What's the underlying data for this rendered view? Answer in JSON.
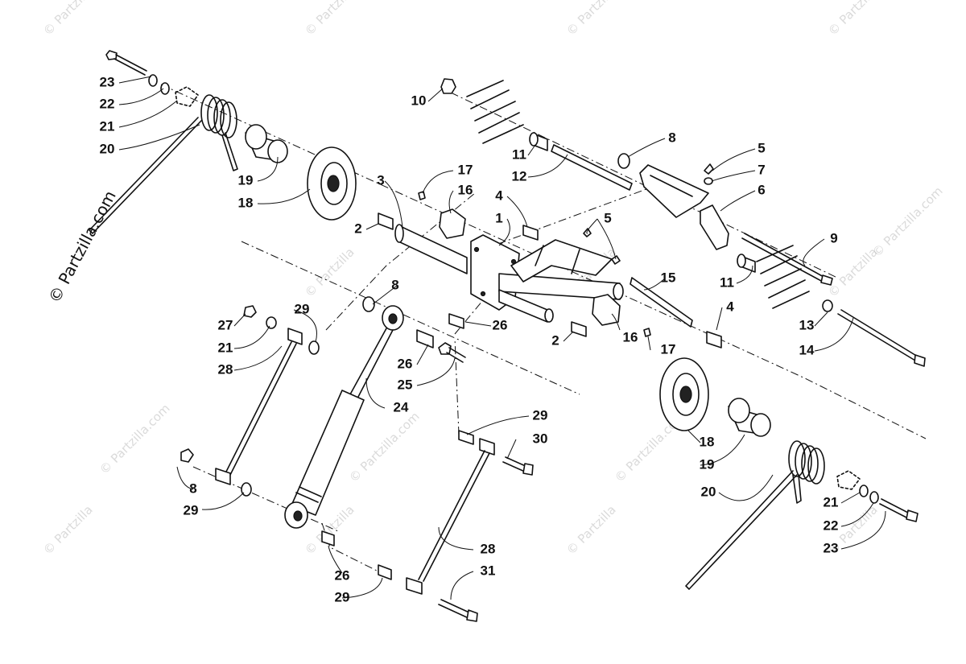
{
  "watermark": {
    "site_label": "© Partzilla.com",
    "tile_label": "© Partzilla"
  },
  "callouts": [
    {
      "id": "c23a",
      "text": "23"
    },
    {
      "id": "c22a",
      "text": "22"
    },
    {
      "id": "c21a",
      "text": "21"
    },
    {
      "id": "c20a",
      "text": "20"
    },
    {
      "id": "c19a",
      "text": "19"
    },
    {
      "id": "c18a",
      "text": "18"
    },
    {
      "id": "c3",
      "text": "3"
    },
    {
      "id": "c2a",
      "text": "2"
    },
    {
      "id": "c17a",
      "text": "17"
    },
    {
      "id": "c16a",
      "text": "16"
    },
    {
      "id": "c1",
      "text": "1"
    },
    {
      "id": "c4a",
      "text": "4"
    },
    {
      "id": "c10",
      "text": "10"
    },
    {
      "id": "c11a",
      "text": "11"
    },
    {
      "id": "c12",
      "text": "12"
    },
    {
      "id": "c8a",
      "text": "8"
    },
    {
      "id": "c5a",
      "text": "5"
    },
    {
      "id": "c7",
      "text": "7"
    },
    {
      "id": "c6",
      "text": "6"
    },
    {
      "id": "c5b",
      "text": "5"
    },
    {
      "id": "c9",
      "text": "9"
    },
    {
      "id": "c11b",
      "text": "11"
    },
    {
      "id": "c15",
      "text": "15"
    },
    {
      "id": "c4b",
      "text": "4"
    },
    {
      "id": "c13",
      "text": "13"
    },
    {
      "id": "c14",
      "text": "14"
    },
    {
      "id": "c8b",
      "text": "8"
    },
    {
      "id": "c26a",
      "text": "26"
    },
    {
      "id": "c2b",
      "text": "2"
    },
    {
      "id": "c16b",
      "text": "16"
    },
    {
      "id": "c17b",
      "text": "17"
    },
    {
      "id": "c27",
      "text": "27"
    },
    {
      "id": "c21b",
      "text": "21"
    },
    {
      "id": "c29a",
      "text": "29"
    },
    {
      "id": "c28a",
      "text": "28"
    },
    {
      "id": "c26b",
      "text": "26"
    },
    {
      "id": "c25",
      "text": "25"
    },
    {
      "id": "c24",
      "text": "24"
    },
    {
      "id": "c29b",
      "text": "29"
    },
    {
      "id": "c30",
      "text": "30"
    },
    {
      "id": "c18b",
      "text": "18"
    },
    {
      "id": "c19b",
      "text": "19"
    },
    {
      "id": "c20b",
      "text": "20"
    },
    {
      "id": "c8c",
      "text": "8"
    },
    {
      "id": "c29c",
      "text": "29"
    },
    {
      "id": "c28b",
      "text": "28"
    },
    {
      "id": "c31",
      "text": "31"
    },
    {
      "id": "c26c",
      "text": "26"
    },
    {
      "id": "c29d",
      "text": "29"
    },
    {
      "id": "c21c",
      "text": "21"
    },
    {
      "id": "c22b",
      "text": "22"
    },
    {
      "id": "c23b",
      "text": "23"
    }
  ]
}
